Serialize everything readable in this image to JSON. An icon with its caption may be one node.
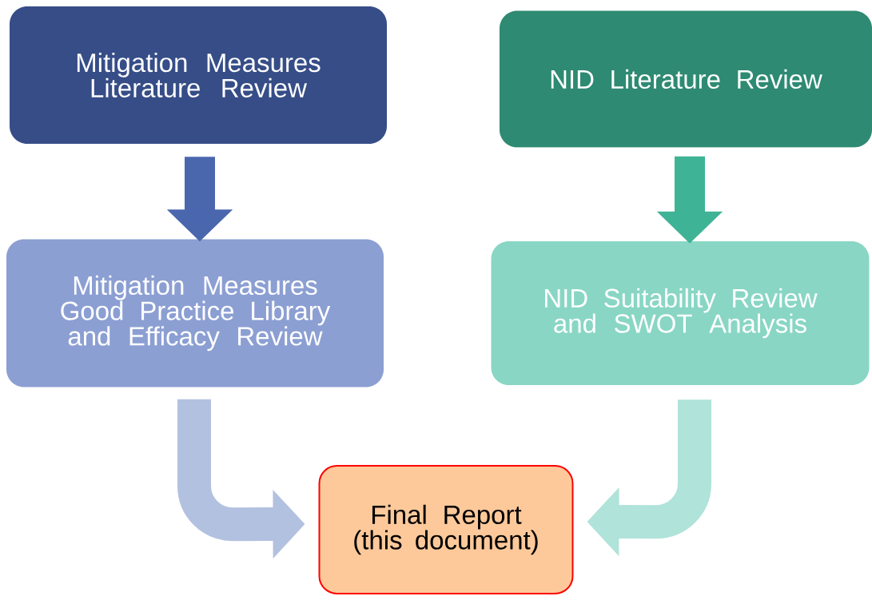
{
  "diagram": {
    "nodes": [
      {
        "text": [
          "Mitigation Measures Literature Review"
        ]
      },
      {
        "text": [
          "NID Literature Review"
        ]
      },
      {
        "text": [
          "Mitigation Measures Good Practice Library and Efficacy Review"
        ]
      },
      {
        "text": [
          "NID Suitability Review and SWOT Analysis"
        ]
      },
      {
        "text": [
          "Final Report (this document)"
        ]
      }
    ],
    "edges": [
      {
        "from": 0,
        "to": 2,
        "arrow": "to",
        "color": "#4a67ae"
      },
      {
        "from": 1,
        "to": 3,
        "arrow": "to",
        "color": "#3fb396"
      },
      {
        "from": 2,
        "to": 4,
        "arrow": "to",
        "color": "#b3c1e0"
      },
      {
        "from": 3,
        "to": 4,
        "arrow": "to",
        "color": "#b0e3d9"
      }
    ]
  }
}
